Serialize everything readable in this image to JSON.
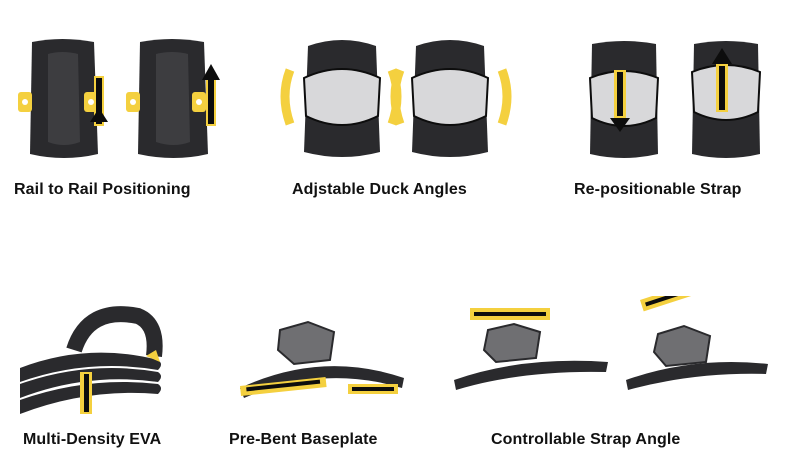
{
  "colors": {
    "board": "#2a2a2d",
    "strap": "#d8d8da",
    "accent": "#f4d03f",
    "ink": "#0d0d0d"
  },
  "features": [
    {
      "label": "Rail to Rail Positioning"
    },
    {
      "label": "Adjstable Duck Angles"
    },
    {
      "label": "Re-positionable Strap"
    },
    {
      "label": "Multi-Density EVA"
    },
    {
      "label": "Pre-Bent Baseplate"
    },
    {
      "label": "Controllable Strap Angle"
    }
  ]
}
